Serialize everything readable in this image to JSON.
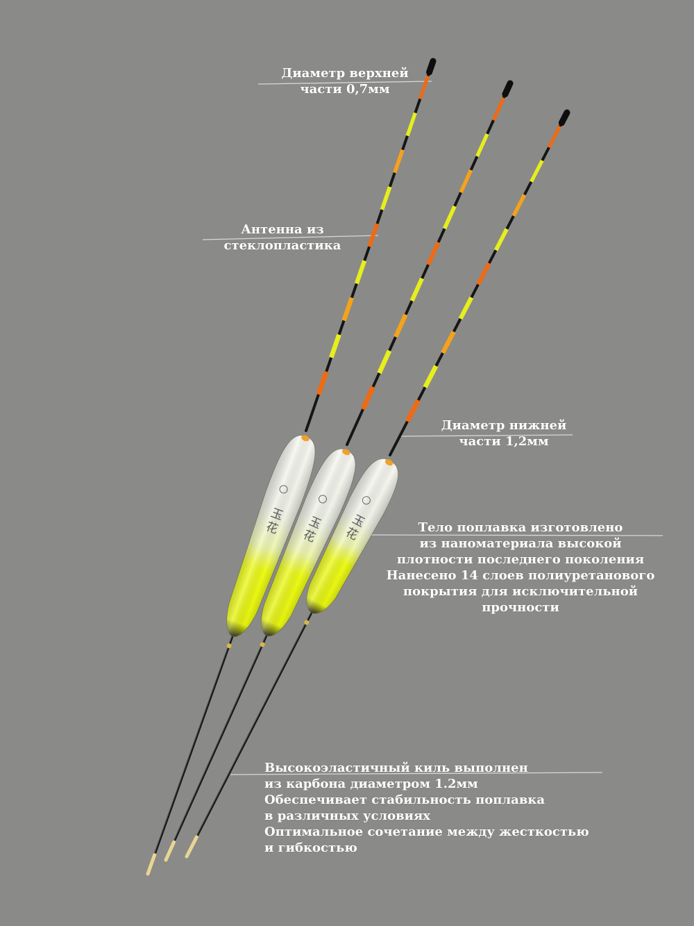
{
  "callouts": {
    "top_diameter": {
      "lines": [
        "Диаметр верхней",
        "части 0,7мм"
      ]
    },
    "antenna": {
      "lines": [
        "Антенна из",
        "стеклопластика"
      ]
    },
    "bottom_diameter": {
      "lines": [
        "Диаметр нижней",
        "части 1,2мм"
      ]
    },
    "body": {
      "lines": [
        "Тело поплавка изготовлено",
        "из наноматериала высокой",
        "плотности последнего поколения",
        "Нанесено 14 слоев полиуретанового",
        "покрытия для исключительной",
        "прочности"
      ]
    },
    "keel": {
      "lines": [
        "Высокоэластичный киль выполнен",
        "из карбона диаметром 1.2мм",
        "Обеспечивает стабильность поплавка",
        "в различных условиях",
        "Оптимальное сочетание между жесткостью",
        "и гибкостью"
      ]
    }
  },
  "floats": [
    {
      "name": "float-left",
      "body_mark": "玉花"
    },
    {
      "name": "float-middle",
      "body_mark": "玉花"
    },
    {
      "name": "float-right",
      "body_mark": "玉花"
    }
  ],
  "colors": {
    "background": "#8a8a89",
    "antenna_orange": "#f06a12",
    "antenna_yellow": "#e6ee1e",
    "antenna_amber": "#f5a21b",
    "body_white": "#f1f3ec",
    "body_fluo": "#ecfa16",
    "stem_black": "#161616",
    "leader_line": "#d8d8d8",
    "caption_text": "#ffffff"
  }
}
